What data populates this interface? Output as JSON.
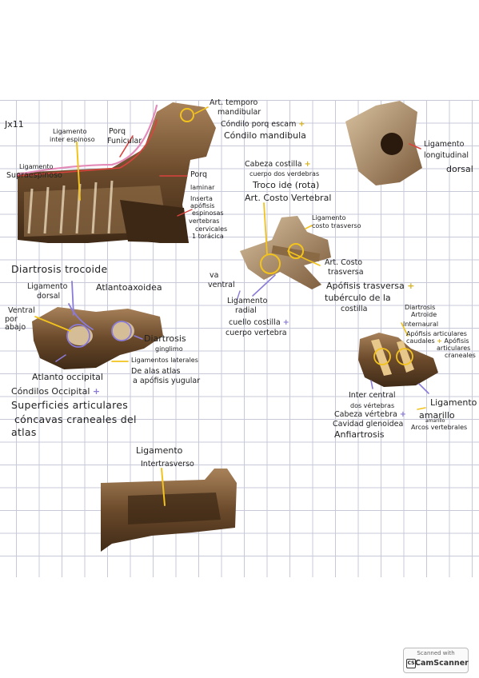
{
  "page_tag": "Jx11",
  "labels": {
    "l01": "Art. temporo",
    "l02": "mandibular",
    "l03": "Cóndilo porq escam",
    "l04": "Cóndilo mandibula",
    "l05": "Ligamento",
    "l06": "inter espinoso",
    "l07": "Porq",
    "l08": "Funicular",
    "l09": "Ligamento",
    "l10": "Supraespinoso",
    "l11": "Porq",
    "l12": "laminar",
    "l13": "Inserta",
    "l14": "apófisis",
    "l15": "espinosas",
    "l16": "vertebras",
    "l17": "cervicales",
    "l18": "1 torácica",
    "l19": "Cabeza costilla",
    "l20": "cuerpo dos verdebras",
    "l21": "Troco ide (rota)",
    "l22": "Art. Costo Vertebral",
    "l23": "Ligamento",
    "l24": "costo trasverso",
    "l25": "Ligamento",
    "l26": "longitudinal",
    "l27": "dorsal",
    "l28": "Diartrosis trocoide",
    "l29": "Ligamento",
    "l30": "dorsal",
    "l31": "Atlantoaxoidea",
    "l32": "Ventral",
    "l33": "por",
    "l34": "abajo",
    "l35": "Diartrosis",
    "l36": "ginglimo",
    "l37": "Ligamentos laterales",
    "l38": "De alas atlas",
    "l39": "a apófisis yugular",
    "l40": "Atlanto occipital",
    "l41": "Cóndilos Occipital",
    "l42": "Superficies articulares",
    "l43": "cóncavas craneales del",
    "l44": "atlas",
    "l45": "va",
    "l46": "ventral",
    "l47": "Ligamento",
    "l48": "radial",
    "l49": "cuello costilla",
    "l50": "cuerpo vertebra",
    "l51": "Art. Costo",
    "l52": "trasversa",
    "l53": "Apófisis trasversa",
    "l54": "tubérculo de la",
    "l55": "costilla",
    "l56": "Diartrosis",
    "l57": "Artroide",
    "l58": "Internaural",
    "l59": "Apófisis articulares",
    "l60": "caudales",
    "l61": "Apófisis",
    "l62": "articulares",
    "l63": "craneales",
    "l64": "Inter central",
    "l65": "dos vértebras",
    "l66": "Cabeza vértebra",
    "l67": "Cavidad glenoidea",
    "l68": "Anfiartrosis",
    "l69": "Ligamento",
    "l70": "amarillo",
    "l71": "Arcos vertebrales",
    "l72": "amarillo",
    "l73": "Ligamento",
    "l74": "Intertrasverso"
  },
  "plus_mark": "+",
  "scanner": {
    "caption": "Scanned with",
    "brand": "CamScanner",
    "logo_letters": "CS"
  },
  "colors": {
    "paper": "#ffffff",
    "grid": "#c7c8d8",
    "yellow_marker": "#f2c21d",
    "purple_marker": "#8a7bd8",
    "red_marker": "#d9433d",
    "pink_marker": "#e48ab8",
    "bone_dark": "#5a3a1f",
    "bone_light": "#c9a275"
  }
}
